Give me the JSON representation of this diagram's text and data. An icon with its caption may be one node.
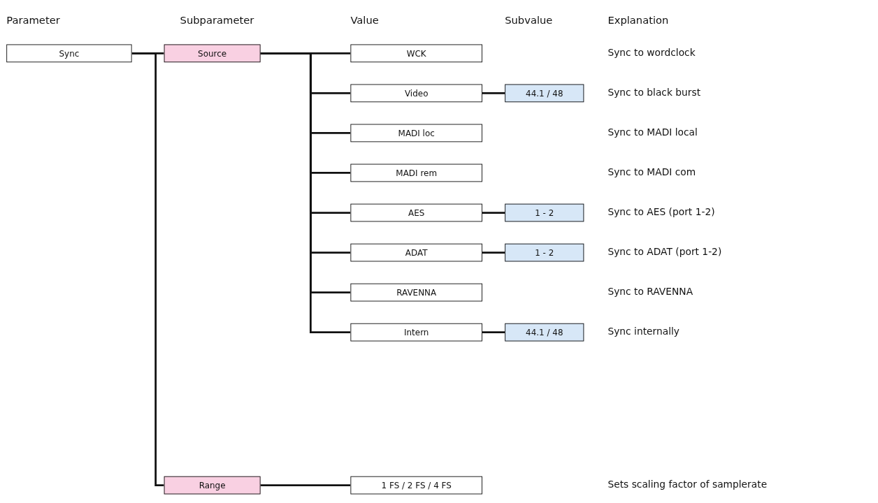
{
  "diagram": {
    "nodes": [
      {
        "text": [
          "Sync"
        ]
      },
      {
        "text": [
          "Source"
        ]
      },
      {
        "text": [
          "WCK"
        ]
      },
      {
        "text": [
          "Video"
        ]
      },
      {
        "text": [
          "44.1 / 48"
        ]
      },
      {
        "text": [
          "MADI loc"
        ]
      },
      {
        "text": [
          "MADI rem"
        ]
      },
      {
        "text": [
          "AES"
        ]
      },
      {
        "text": [
          "1 - 2"
        ]
      },
      {
        "text": [
          "ADAT"
        ]
      },
      {
        "text": [
          "1 - 2"
        ]
      },
      {
        "text": [
          "RAVENNA"
        ]
      },
      {
        "text": [
          "Intern"
        ]
      },
      {
        "text": [
          "44.1 / 48"
        ]
      },
      {
        "text": [
          "Range"
        ]
      },
      {
        "text": [
          "1 FS / 2 FS / 4 FS"
        ]
      }
    ],
    "edges": [
      {
        "from": 0,
        "to": 1,
        "arrow": "none"
      },
      {
        "from": 0,
        "to": 14,
        "arrow": "none"
      },
      {
        "from": 1,
        "to": 2,
        "arrow": "none"
      },
      {
        "from": 1,
        "to": 3,
        "arrow": "none"
      },
      {
        "from": 1,
        "to": 5,
        "arrow": "none"
      },
      {
        "from": 1,
        "to": 6,
        "arrow": "none"
      },
      {
        "from": 1,
        "to": 7,
        "arrow": "none"
      },
      {
        "from": 1,
        "to": 9,
        "arrow": "none"
      },
      {
        "from": 1,
        "to": 11,
        "arrow": "none"
      },
      {
        "from": 1,
        "to": 12,
        "arrow": "none"
      },
      {
        "from": 3,
        "to": 4,
        "arrow": "none"
      },
      {
        "from": 7,
        "to": 8,
        "arrow": "none"
      },
      {
        "from": 9,
        "to": 10,
        "arrow": "none"
      },
      {
        "from": 12,
        "to": 13,
        "arrow": "none"
      },
      {
        "from": 14,
        "to": 15,
        "arrow": "none"
      }
    ],
    "labels": [
      "Parameter",
      "Subparameter",
      "Value",
      "Subvalue",
      "Explanation",
      "Sync to wordclock",
      "Sync to black burst",
      "Sync to MADI local",
      "Sync to MADI com",
      "Sync to AES (port 1-2)",
      "Sync to ADAT (port 1-2)",
      "Sync to RAVENNA",
      "Sync internally",
      "Sets scaling factor of samplerate"
    ]
  }
}
